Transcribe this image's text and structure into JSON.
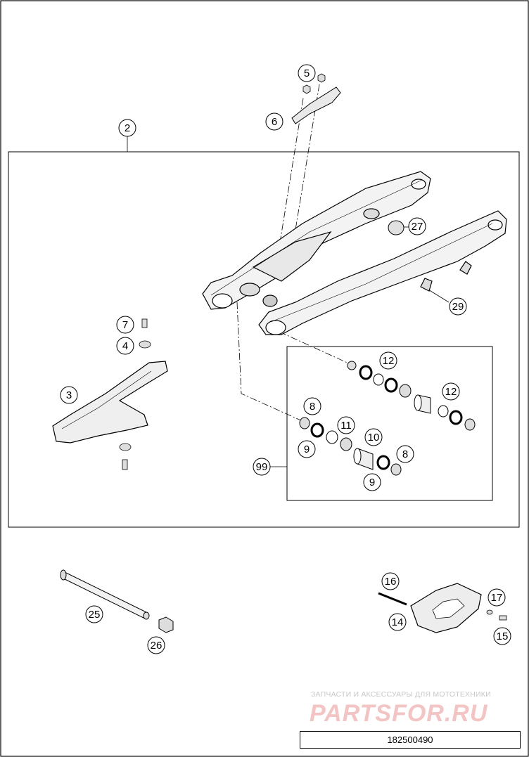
{
  "callouts": [
    {
      "id": "c5",
      "label": "5"
    },
    {
      "id": "c6",
      "label": "6"
    },
    {
      "id": "c2",
      "label": "2"
    },
    {
      "id": "c27",
      "label": "27"
    },
    {
      "id": "c29",
      "label": "29"
    },
    {
      "id": "c7",
      "label": "7"
    },
    {
      "id": "c4",
      "label": "4"
    },
    {
      "id": "c3",
      "label": "3"
    },
    {
      "id": "c12a",
      "label": "12"
    },
    {
      "id": "c12b",
      "label": "12"
    },
    {
      "id": "c8a",
      "label": "8"
    },
    {
      "id": "c11",
      "label": "11"
    },
    {
      "id": "c10",
      "label": "10"
    },
    {
      "id": "c9a",
      "label": "9"
    },
    {
      "id": "c8b",
      "label": "8"
    },
    {
      "id": "c99",
      "label": "99"
    },
    {
      "id": "c9b",
      "label": "9"
    },
    {
      "id": "c16",
      "label": "16"
    },
    {
      "id": "c17",
      "label": "17"
    },
    {
      "id": "c25",
      "label": "25"
    },
    {
      "id": "c14",
      "label": "14"
    },
    {
      "id": "c15",
      "label": "15"
    },
    {
      "id": "c26",
      "label": "26"
    }
  ],
  "watermark": {
    "tagline": "ЗАПЧАСТИ И АКСЕССУАРЫ ДЛЯ МОТОТЕХНИКИ",
    "brand": "PARTSFOR.RU"
  },
  "drawing_number": "182500490"
}
